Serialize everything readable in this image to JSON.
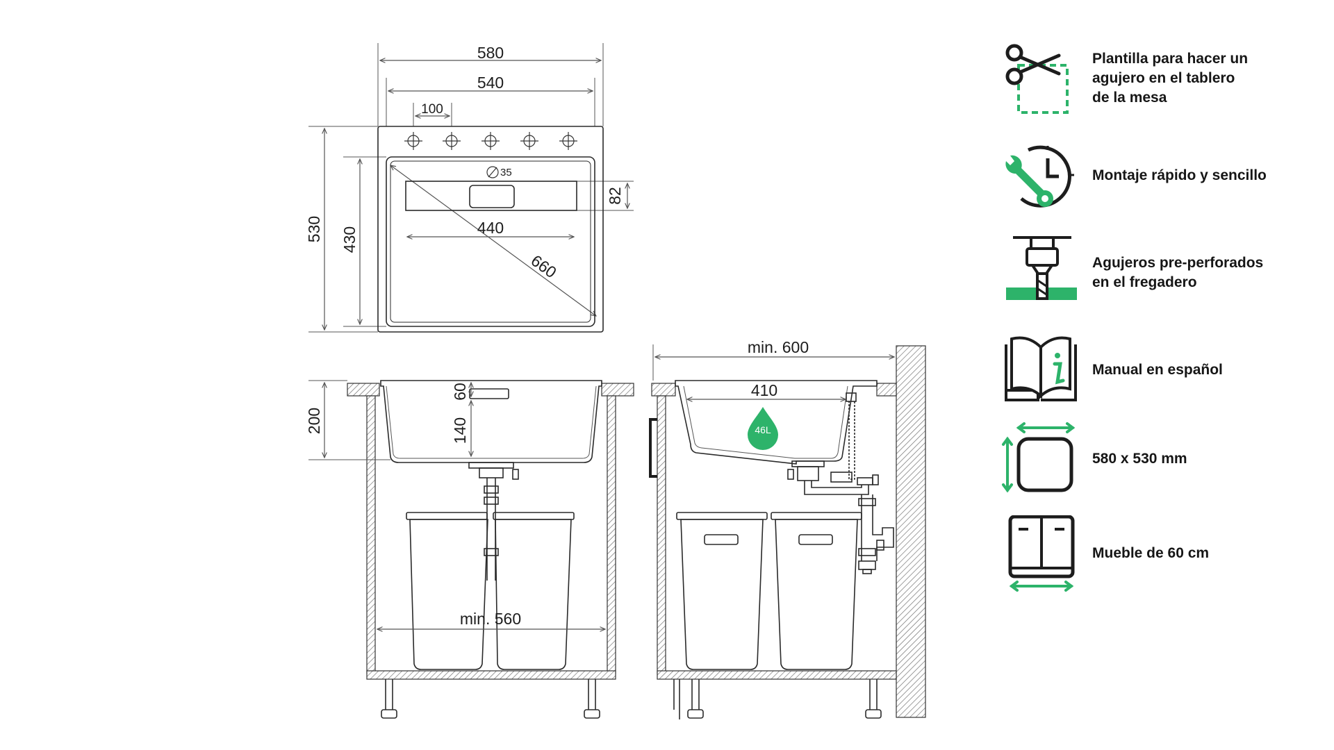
{
  "colors": {
    "accent": "#2db36a",
    "line": "#2a2a2a"
  },
  "top_view": {
    "width_outer": "580",
    "width_basin_outer": "540",
    "tap_spacing": "100",
    "tap_hole_diameter": "35",
    "drain_area_height": "82",
    "basin_inner_width": "440",
    "diagonal": "660",
    "height_outer": "530",
    "height_inner": "430"
  },
  "front_view": {
    "depth_total": "200",
    "depth_upper": "60",
    "depth_lower": "140",
    "cabinet_min_width": "min. 560"
  },
  "side_view": {
    "cabinet_min_width": "min. 600",
    "basin_width": "410",
    "volume_badge": "46L"
  },
  "features": [
    {
      "icon": "scissors-template-icon",
      "label": "Plantilla para hacer un\nagujero en el tablero\nde la mesa"
    },
    {
      "icon": "clock-wrench-icon",
      "label": "Montaje rápido y sencillo"
    },
    {
      "icon": "drill-icon",
      "label": "Agujeros pre-perforados\nen el fregadero"
    },
    {
      "icon": "manual-book-icon",
      "label": "Manual en español"
    },
    {
      "icon": "dimensions-icon",
      "label": "580 x 530 mm"
    },
    {
      "icon": "cabinet-icon",
      "label": "Mueble de 60 cm"
    }
  ]
}
